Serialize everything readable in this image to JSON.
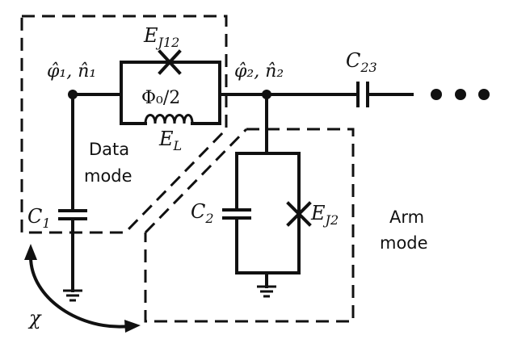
{
  "labels": {
    "node1": "φ̂₁, n̂₁",
    "node2": "φ̂₂, n̂₂",
    "ej12": "E",
    "ej12_sub": "J12",
    "flux": "Φ₀/2",
    "el": "E",
    "el_sub": "L",
    "c23": "C",
    "c23_sub": "23",
    "c1": "C",
    "c1_sub": "1",
    "c2": "C",
    "c2_sub": "2",
    "ej2": "E",
    "ej2_sub": "J2",
    "data_mode_line1": "Data",
    "data_mode_line2": "mode",
    "arm_mode_line1": "Arm",
    "arm_mode_line2": "mode",
    "chi": "χ",
    "ellipsis": "• • •"
  }
}
